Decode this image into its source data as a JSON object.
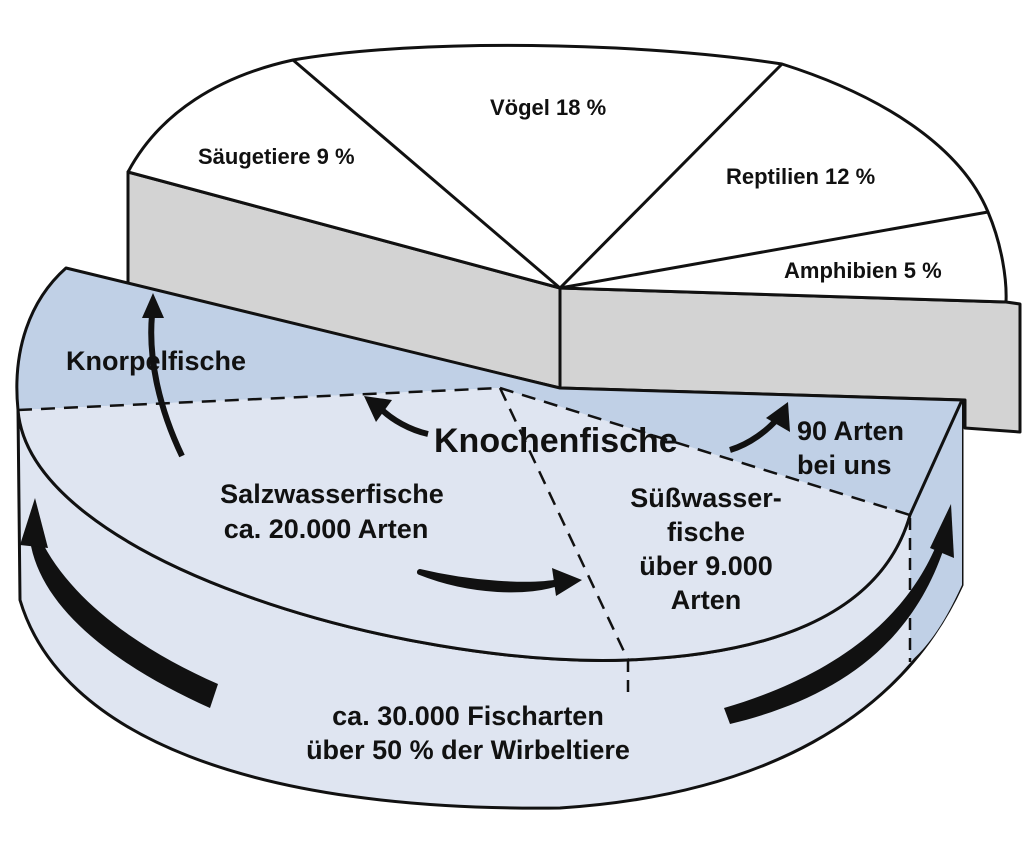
{
  "upper_segments": {
    "saeugetiere": "Säugetiere 9 %",
    "voegel": "Vögel 18 %",
    "reptilien": "Reptilien 12 %",
    "amphibien": "Amphibien 5 %"
  },
  "fish_disc": {
    "knorpelfische": "Knorpelfische",
    "knochenfische": "Knochenfische",
    "bei_uns_line1": "90 Arten",
    "bei_uns_line2": "bei uns",
    "salzwasser_line1": "Salzwasserfische",
    "salzwasser_line2": "ca. 20.000 Arten",
    "suesswasser_line1": "Süßwasser-",
    "suesswasser_line2": "fische",
    "suesswasser_line3": "über 9.000",
    "suesswasser_line4": "Arten"
  },
  "total": {
    "line1": "ca. 30.000 Fischarten",
    "line2": "über 50 % der Wirbeltiere"
  },
  "colors": {
    "light_blue": "#dfe5f1",
    "mid_blue": "#c0d0e6",
    "grey": "#d3d3d3",
    "outline": "#111111"
  }
}
